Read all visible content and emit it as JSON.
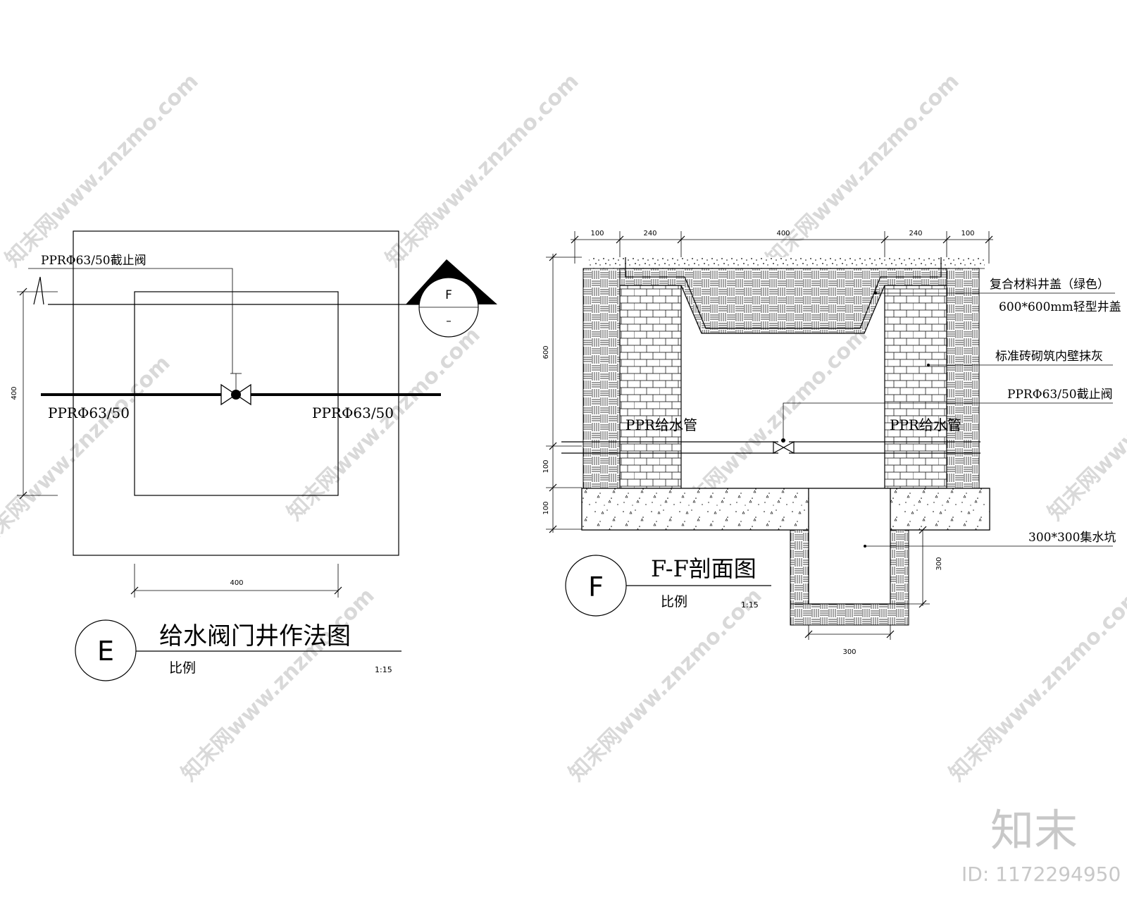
{
  "watermark": {
    "site": "知末网www.znzmo.com",
    "logo": "知末",
    "id_text": "ID: 1172294950"
  },
  "plan_e": {
    "valve_label": "PPRΦ63/50截止阀",
    "pipe_left": "PPRΦ63/50",
    "pipe_right": "PPRΦ63/50",
    "dim_vertical": "400",
    "dim_horizontal": "400",
    "section_marker_letter": "F",
    "section_marker_sub": "–",
    "title_circle": "E",
    "title": "给水阀门井作法图",
    "scale_label": "比例",
    "scale_value": "1:15"
  },
  "section_f": {
    "top_dims": [
      "100",
      "240",
      "400",
      "240",
      "100"
    ],
    "left_dims": [
      "600",
      "100",
      "100"
    ],
    "pit_depth": "300",
    "pit_width": "300",
    "pipe_left_label": "PPR给水管",
    "pipe_right_label": "PPR给水管",
    "callouts": [
      "复合材料井盖（绿色）",
      "600*600mm轻型井盖",
      "标准砖砌筑内壁抹灰",
      "PPRΦ63/50截止阀",
      "300*300集水坑"
    ],
    "title_circle": "F",
    "title": "F-F剖面图",
    "scale_label": "比例",
    "scale_value": "1:15"
  }
}
